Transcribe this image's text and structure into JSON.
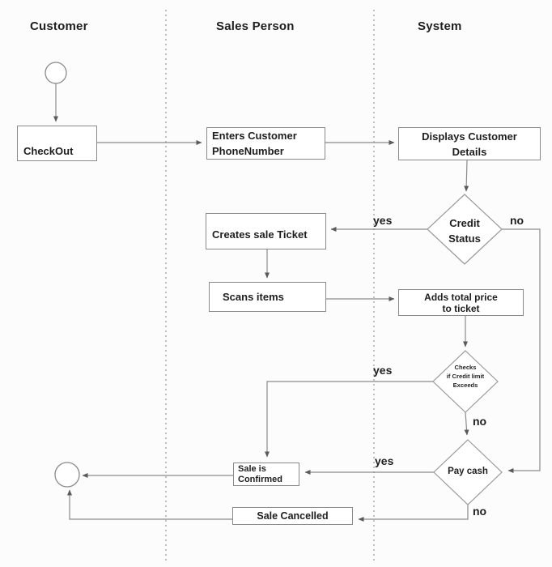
{
  "lanes": [
    {
      "label": "Customer"
    },
    {
      "label": "Sales Person"
    },
    {
      "label": "System"
    }
  ],
  "nodes": {
    "checkout": {
      "lines": [
        "CheckOut"
      ]
    },
    "enters_phone": {
      "lines": [
        "Enters Customer",
        "PhoneNumber"
      ]
    },
    "displays_details": {
      "lines": [
        "Displays Customer",
        "Details"
      ]
    },
    "credit_status": {
      "lines": [
        "Credit",
        "Status"
      ]
    },
    "creates_ticket": {
      "lines": [
        "Creates sale Ticket"
      ]
    },
    "scans_items": {
      "lines": [
        "Scans items"
      ]
    },
    "adds_price": {
      "lines": [
        "Adds total price",
        "to ticket"
      ]
    },
    "checks_limit": {
      "lines": [
        "Checks",
        "if Credit limit",
        "Exceeds"
      ]
    },
    "pay_cash": {
      "lines": [
        "Pay cash"
      ]
    },
    "sale_confirmed": {
      "lines": [
        "Sale is",
        "Confirmed"
      ]
    },
    "sale_cancelled": {
      "lines": [
        "Sale Cancelled"
      ]
    }
  },
  "edge_labels": {
    "credit_yes": "yes",
    "credit_no": "no",
    "limit_yes": "yes",
    "limit_no": "no",
    "pay_yes": "yes",
    "pay_no": "no"
  },
  "colors": {
    "line": "#8a8a8a",
    "shape_border": "#9a9a9a",
    "text": "#1e1e1e",
    "background": "#fcfcfc",
    "lane_divider": "#a6a6a6",
    "arrow": "#5a5a5a"
  }
}
